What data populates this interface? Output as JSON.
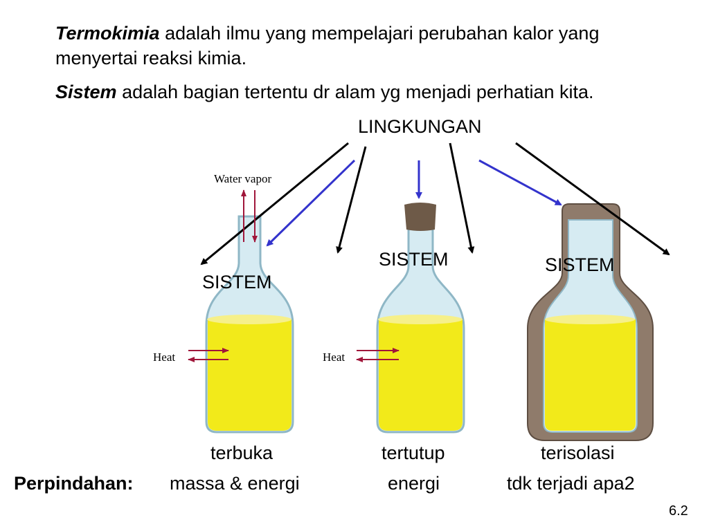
{
  "intro": {
    "term1": "Termokimia",
    "def1": "adalah ilmu yang mempelajari perubahan kalor yang menyertai reaksi kimia.",
    "term2": "Sistem",
    "def2": "adalah bagian tertentu dr alam yg menjadi perhatian kita."
  },
  "diagram": {
    "surroundings_label": "LINGKUNGAN",
    "system_labels": [
      "SISTEM",
      "SISTEM",
      "SISTEM"
    ],
    "water_vapor_label": "Water vapor",
    "heat_labels": [
      "Heat",
      "Heat"
    ],
    "system_types": [
      "terbuka",
      "tertutup",
      "terisolasi"
    ]
  },
  "transfer": {
    "label": "Perpindahan:",
    "values": [
      "massa & energi",
      "energi",
      "tdk terjadi apa2"
    ]
  },
  "slide_number": "6.2",
  "colors": {
    "liquid": "#f2ea1a",
    "glass": "#cfe6ef",
    "glass_edge": "#8fb7c6",
    "cork": "#6e5a48",
    "insulation": "#8f7b6b",
    "arrow_black": "#000000",
    "arrow_blue": "#3333cc",
    "arrow_red": "#a0163a"
  }
}
